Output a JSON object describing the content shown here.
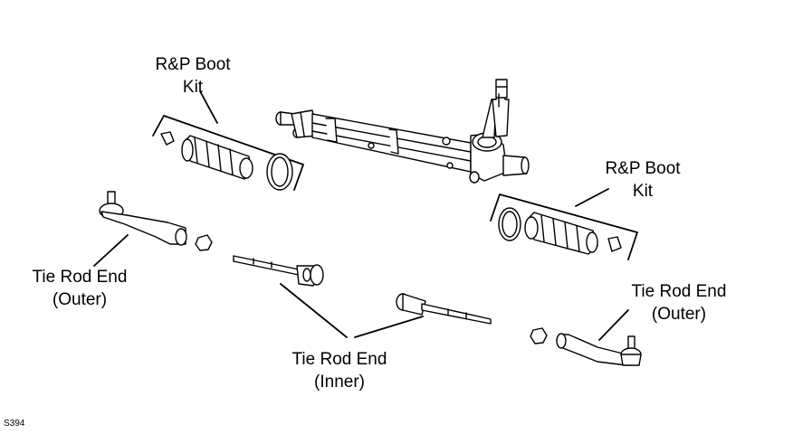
{
  "labels": {
    "boot_kit_left": {
      "line1": "R&P Boot",
      "line2": "Kit"
    },
    "boot_kit_right": {
      "line1": "R&P Boot",
      "line2": "Kit"
    },
    "tie_rod_outer_left": {
      "line1": "Tie Rod End",
      "line2": "(Outer)"
    },
    "tie_rod_outer_right": {
      "line1": "Tie Rod End",
      "line2": "(Outer)"
    },
    "tie_rod_inner": {
      "line1": "Tie Rod End",
      "line2": "(Inner)"
    }
  },
  "diagram_code": "S394"
}
